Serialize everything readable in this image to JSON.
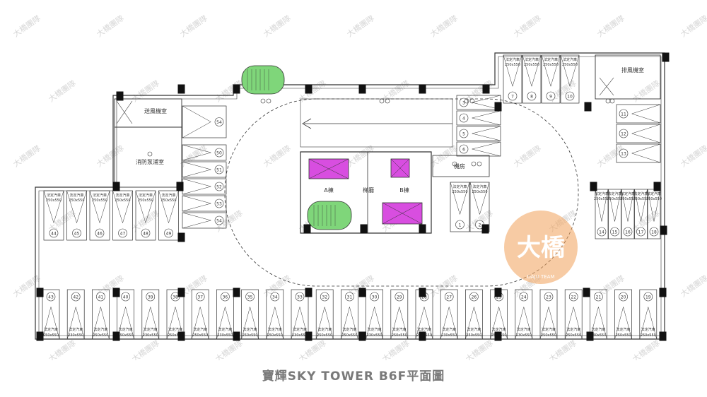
{
  "caption": "寶輝SKY TOWER B6F平面圖",
  "watermark": {
    "text": "大橋團隊",
    "logo_main": "大橋",
    "logo_sub": "DAJU TEAM",
    "logo_color": "#f2a25a"
  },
  "colors": {
    "elevator": "#d84ee0",
    "stair": "#7fd67a",
    "line": "#333333",
    "column": "#111111"
  },
  "rooms": {
    "exhaust": "送風機室",
    "pump": "消防泵浦室",
    "exhaust_fan": "排風機室",
    "machine": "機房",
    "tower_a": "A棟",
    "tower_b": "B棟",
    "lift_hall": "梯廳"
  },
  "parking": {
    "size_label": "250x550",
    "alt_size_label": "230x550",
    "type_label": "法定汽車",
    "top_right_row": [
      "7",
      "8",
      "9",
      "10"
    ],
    "bottom_row_left": [
      "43",
      "42",
      "41",
      "40",
      "39",
      "38",
      "37",
      "36",
      "35",
      "34",
      "33",
      "32",
      "31",
      "30",
      "29",
      "28",
      "27",
      "26",
      "25",
      "24",
      "23",
      "22",
      "21",
      "20",
      "19"
    ],
    "left_row": [
      "44",
      "45",
      "46",
      "47",
      "48",
      "49"
    ],
    "left_column": [
      "50",
      "51",
      "52",
      "53",
      "54"
    ],
    "right_column_top": [
      "11",
      "12",
      "13"
    ],
    "right_row_mid": [
      "14",
      "15",
      "16",
      "17",
      "18"
    ],
    "center_right": [
      "1",
      "2",
      "3",
      "4",
      "5",
      "6"
    ]
  }
}
